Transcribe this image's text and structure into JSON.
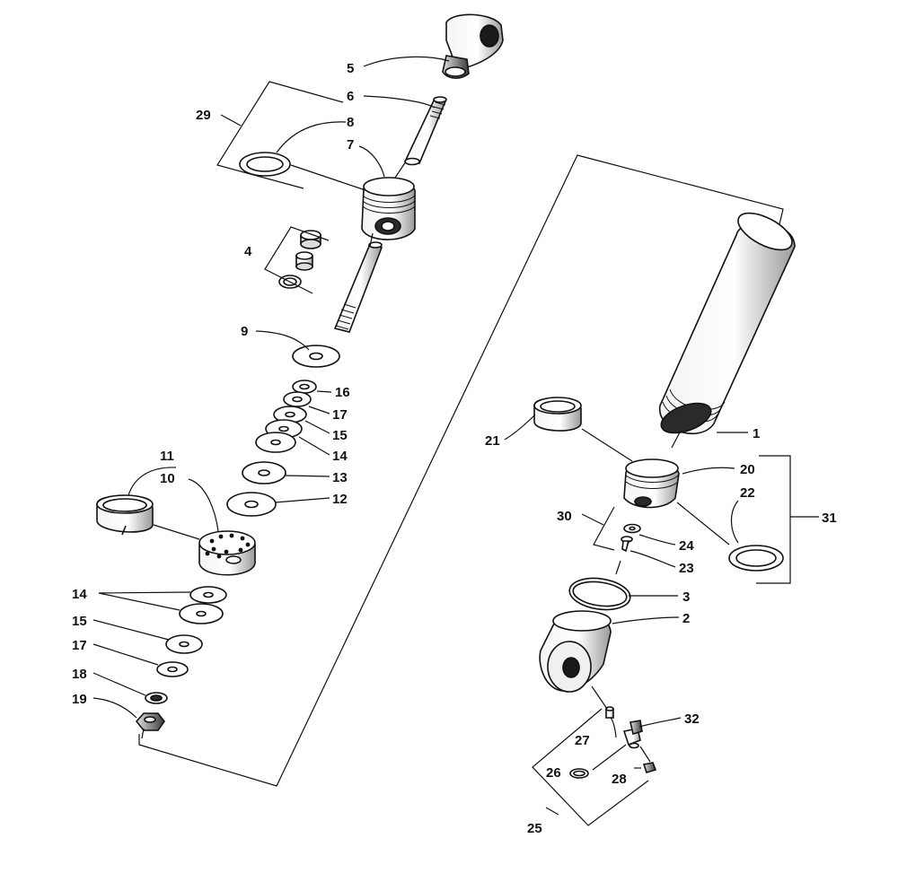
{
  "diagram": {
    "labels": {
      "p1": "1",
      "p2": "2",
      "p3": "3",
      "p4": "4",
      "p5": "5",
      "p6": "6",
      "p7": "7",
      "p8": "8",
      "p9": "9",
      "p10": "10",
      "p11": "11",
      "p12": "12",
      "p13": "13",
      "p14a": "14",
      "p14b": "14",
      "p15a": "15",
      "p15b": "15",
      "p16": "16",
      "p17a": "17",
      "p17b": "17",
      "p18": "18",
      "p19": "19",
      "p20": "20",
      "p21": "21",
      "p22": "22",
      "p23": "23",
      "p24": "24",
      "p25": "25",
      "p26": "26",
      "p27": "27",
      "p28": "28",
      "p29": "29",
      "p30": "30",
      "p31": "31",
      "p32": "32"
    },
    "colors": {
      "ink": "#111111",
      "paper": "#ffffff",
      "shade": "#bdbdbd"
    }
  }
}
